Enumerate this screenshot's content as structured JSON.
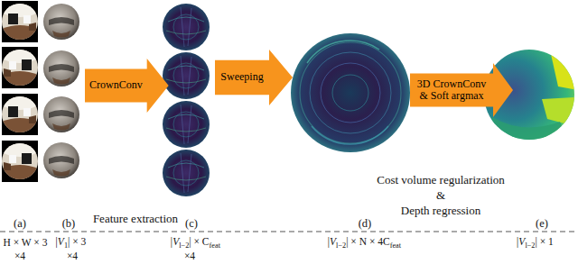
{
  "diagram": {
    "nodes": [
      {
        "text": [
          "CrownConv"
        ]
      },
      {
        "text": [
          "Sweeping"
        ]
      },
      {
        "text": [
          "3D CrownConv & Soft argmax"
        ]
      }
    ],
    "labels": [
      "(a)",
      "(b)",
      "(c)",
      "(d)",
      "(e)",
      "Feature extraction",
      "Cost volume regularization",
      "&",
      "Depth regression",
      "H × W × 3",
      "×4",
      "|V",
      "1",
      "| × 3",
      "×4",
      "|V",
      "l−2",
      "| × C",
      "feat",
      "×4",
      "|V",
      "l−2",
      "| × N × 4C",
      "feat",
      "|V",
      "l−2",
      "| × 1"
    ]
  }
}
